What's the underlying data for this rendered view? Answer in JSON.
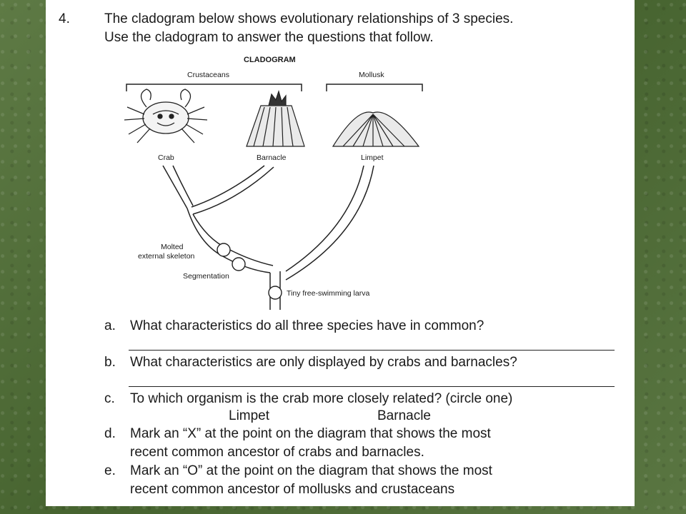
{
  "question": {
    "number": "4.",
    "line1": "The cladogram below shows evolutionary relationships of 3 species.",
    "line2": "Use the cladogram to answer the questions that follow."
  },
  "cladogram": {
    "title": "CLADOGRAM",
    "group_crustaceans": "Crustaceans",
    "group_mollusk": "Mollusk",
    "species_crab": "Crab",
    "species_barnacle": "Barnacle",
    "species_limpet": "Limpet",
    "trait_molted": "Molted",
    "trait_molted_2": "external skeleton",
    "trait_segmentation": "Segmentation",
    "trait_larva": "Tiny free-swimming larva"
  },
  "items": {
    "a_letter": "a.",
    "a_text": "What characteristics do all three species have in common?",
    "b_letter": "b.",
    "b_text": "What characteristics are only displayed by crabs and barnacles?",
    "c_letter": "c.",
    "c_text": "To which organism is the crab more closely related? (circle one)",
    "c_option1": "Limpet",
    "c_option2": "Barnacle",
    "d_letter": "d.",
    "d_text1": "Mark an “X” at the point on the diagram that shows the most",
    "d_text2": "recent common ancestor of crabs and barnacles.",
    "e_letter": "e.",
    "e_text1": "Mark an “O” at the point on the diagram that shows the most",
    "e_text2": "recent common ancestor of mollusks and crustaceans"
  }
}
